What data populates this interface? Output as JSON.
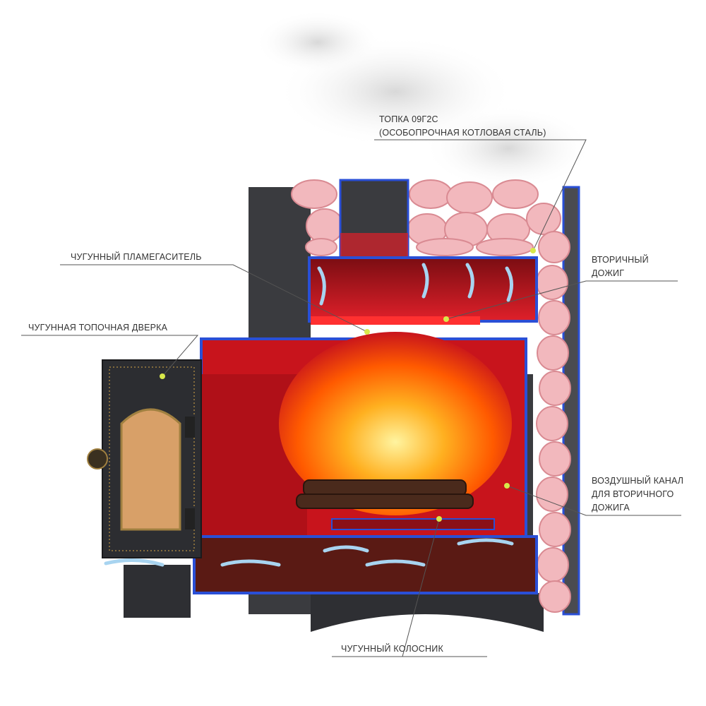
{
  "labels": {
    "firebox": {
      "line1": "ТОПКА 09Г2С",
      "line2": "(ОСОБОПРОЧНАЯ КОТЛОВАЯ СТАЛЬ)"
    },
    "flame_arrester": "ЧУГУННЫЙ ПЛАМЕГАСИТЕЛЬ",
    "afterburn": {
      "line1": "ВТОРИЧНЫЙ",
      "line2": "ДОЖИГ"
    },
    "door": "ЧУГУННАЯ ТОПОЧНАЯ ДВЕРКА",
    "air_channel": {
      "line1": "ВОЗДУШНЫЙ КАНАЛ",
      "line2": "ДЛЯ ВТОРИЧНОГО",
      "line3": "ДОЖИГА"
    },
    "grate": "ЧУГУННЫЙ КОЛОСНИК"
  },
  "colors": {
    "steel": "#3a3b3f",
    "section_edge": "#2a4fd6",
    "fire": "#ff6a00",
    "chamber": "#c8141c",
    "stones": "#f2b8bd",
    "marker": "#d8e84a"
  }
}
